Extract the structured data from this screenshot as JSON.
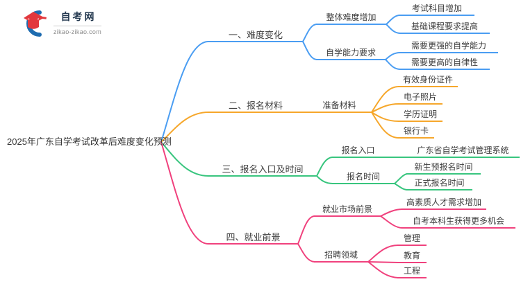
{
  "logo": {
    "title": "自考网",
    "url": "zikao-zikao.com"
  },
  "root": {
    "label": "2025年广东自学考试改革后难度变化预测"
  },
  "branches": [
    {
      "label": "一、难度变化",
      "color": "#4A9DF2",
      "children": [
        {
          "label": "整体难度增加",
          "children": [
            {
              "label": "考试科目增加"
            },
            {
              "label": "基础课程要求提高"
            }
          ]
        },
        {
          "label": "自学能力要求",
          "children": [
            {
              "label": "需要更强的自学能力"
            },
            {
              "label": "需要更高的自律性"
            }
          ]
        }
      ]
    },
    {
      "label": "二、报名材料",
      "color": "#F6A72B",
      "children": [
        {
          "label": "准备材料",
          "children": [
            {
              "label": "有效身份证件"
            },
            {
              "label": "电子照片"
            },
            {
              "label": "学历证明"
            },
            {
              "label": "银行卡"
            }
          ]
        }
      ]
    },
    {
      "label": "三、报名入口及时间",
      "color": "#38C57E",
      "children": [
        {
          "label": "报名入口",
          "children": [
            {
              "label": "广东省自学考试管理系统"
            }
          ]
        },
        {
          "label": "报名时间",
          "children": [
            {
              "label": "新生预报名时间"
            },
            {
              "label": "正式报名时间"
            }
          ]
        }
      ]
    },
    {
      "label": "四、就业前景",
      "color": "#F0417D",
      "children": [
        {
          "label": "就业市场前景",
          "children": [
            {
              "label": "高素质人才需求增加"
            },
            {
              "label": "自考本科生获得更多机会"
            }
          ]
        },
        {
          "label": "招聘领域",
          "children": [
            {
              "label": "管理"
            },
            {
              "label": "教育"
            },
            {
              "label": "工程"
            }
          ]
        }
      ]
    }
  ]
}
